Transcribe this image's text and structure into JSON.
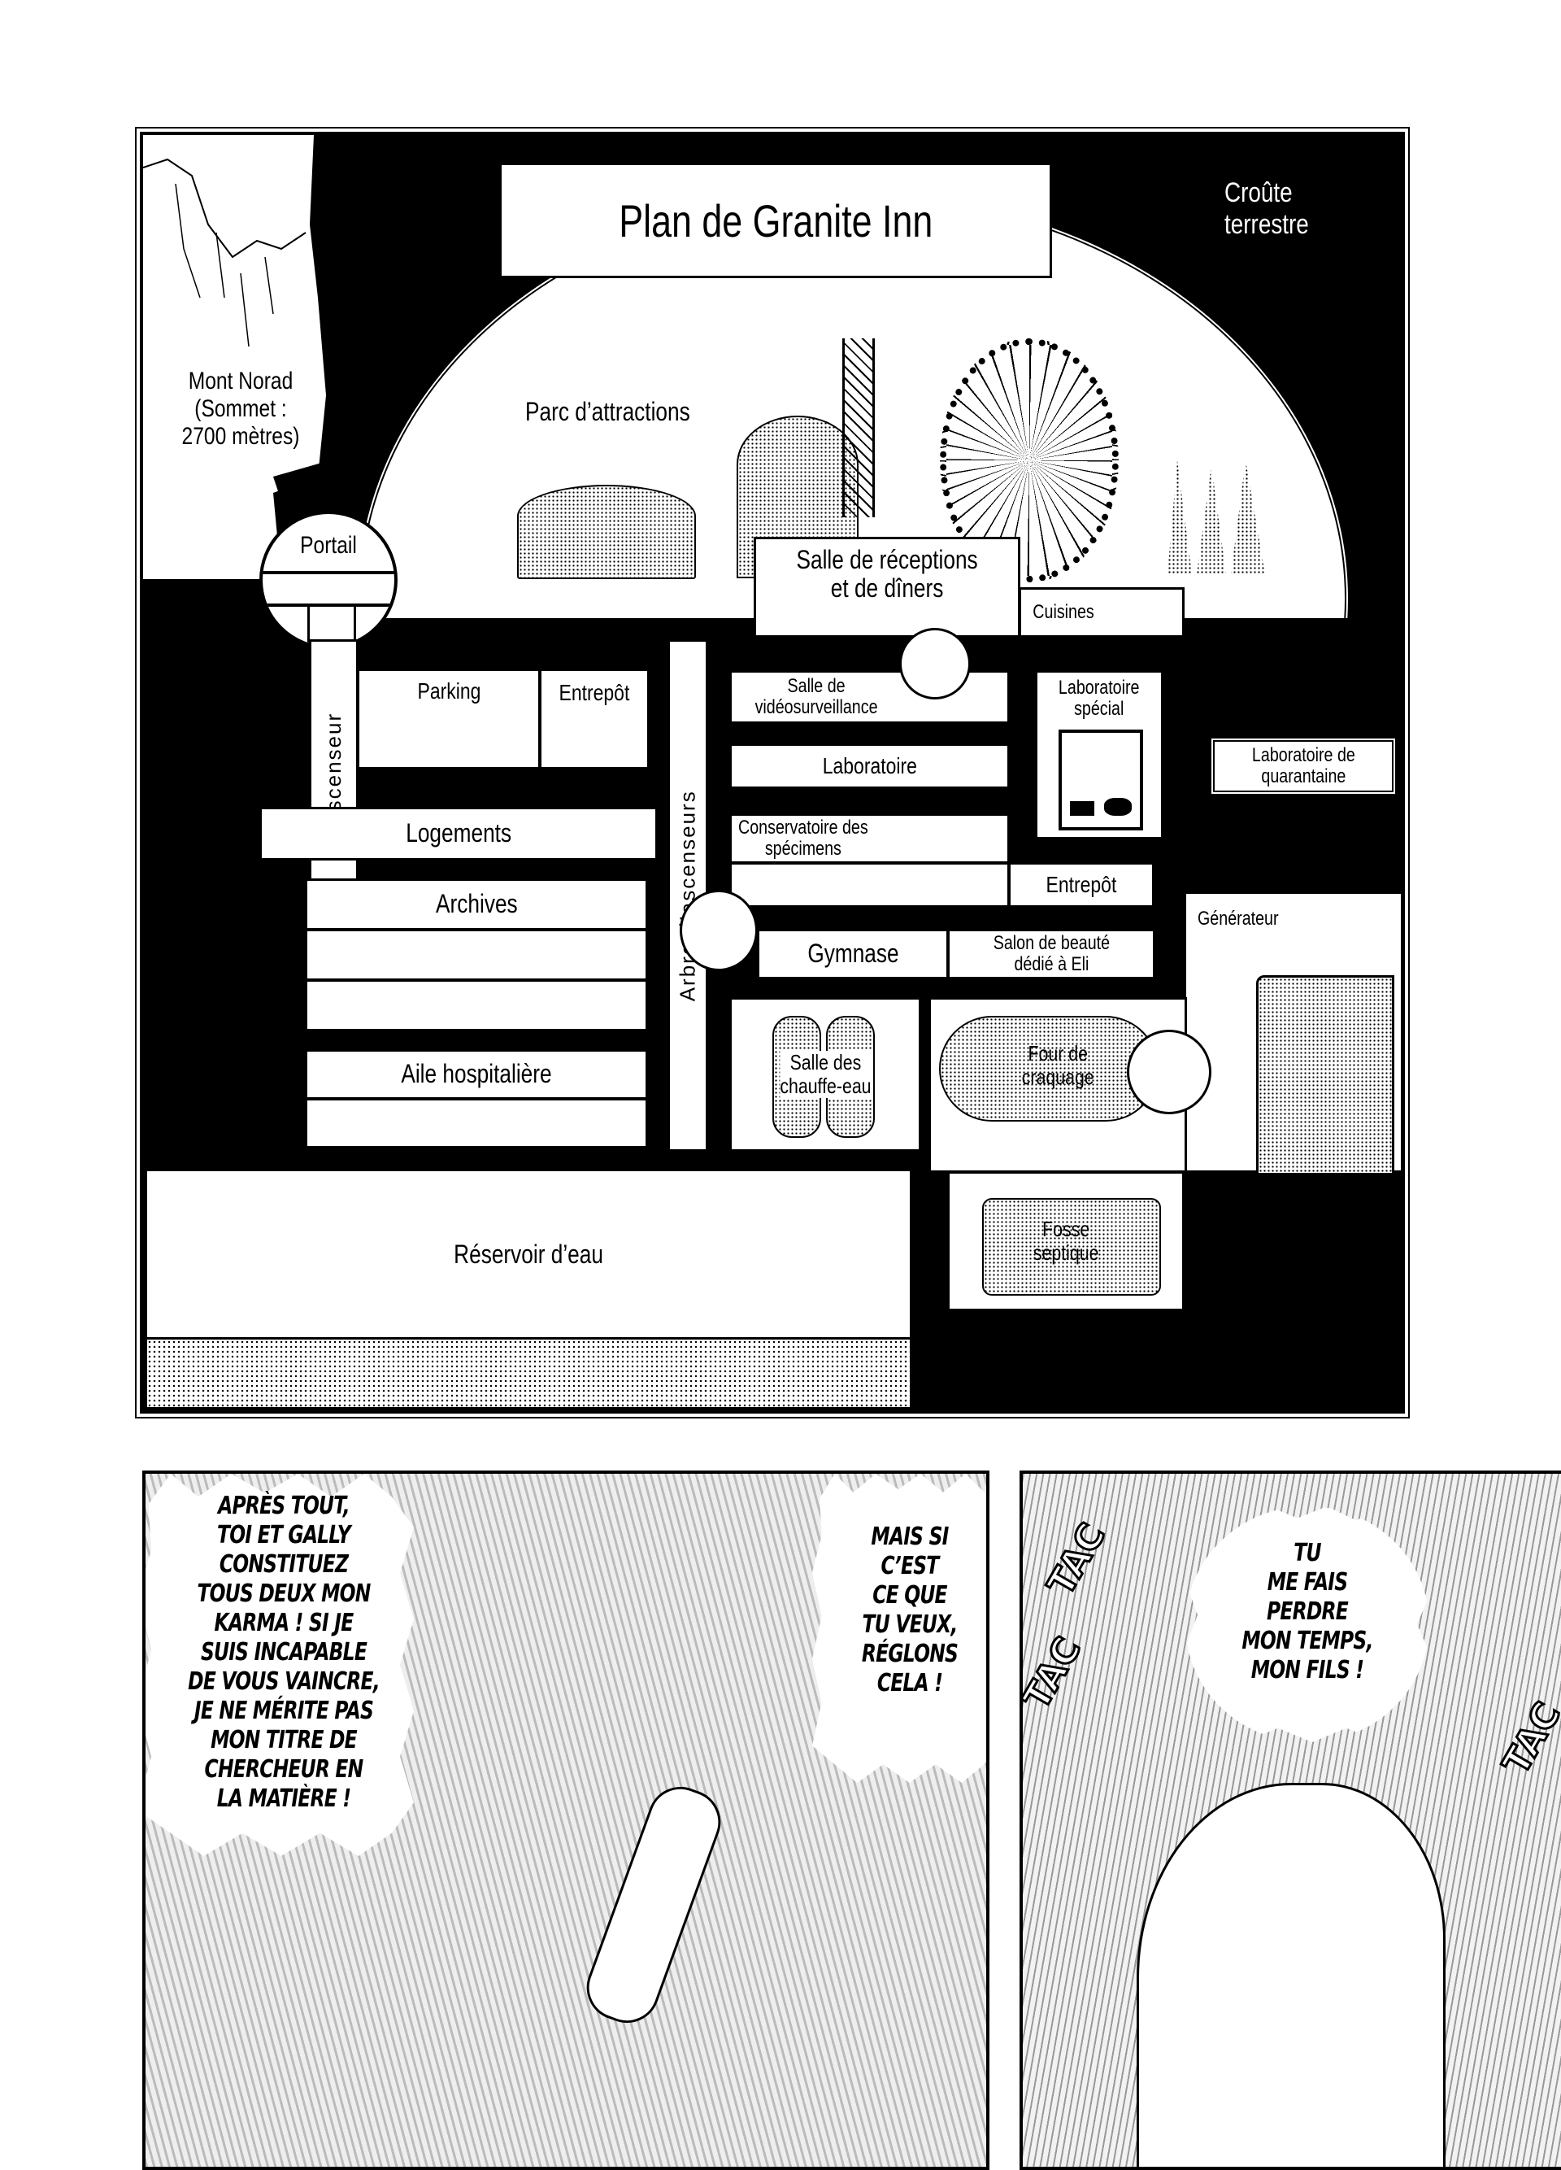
{
  "map": {
    "title": "Plan de Granite Inn",
    "crust": "Croûte terrestre",
    "mountain": [
      "Mont Norad",
      "(Sommet :",
      "2700 mètres)"
    ],
    "park": "Parc d’attractions",
    "portal": "Portail",
    "elevator": "Ascenseur",
    "elevator_shaft": "Arbre d’ascenseurs",
    "rooms": {
      "reception": [
        "Salle de réceptions",
        "et de dîners"
      ],
      "kitchens": "Cuisines",
      "parking": "Parking",
      "storage1": "Entrepôt",
      "surveillance": [
        "Salle de",
        "vidéosurveillance"
      ],
      "lab": "Laboratoire",
      "special_lab": [
        "Laboratoire",
        "spécial"
      ],
      "quarantine_lab": [
        "Laboratoire de",
        "quarantaine"
      ],
      "housing": "Logements",
      "specimens": [
        "Conservatoire des",
        "spécimens"
      ],
      "storage2": "Entrepôt",
      "archives": "Archives",
      "gym": "Gymnase",
      "beauty": [
        "Salon de beauté",
        "dédié à Eli"
      ],
      "generator": "Générateur",
      "hospital": "Aile hospitalière",
      "water_heaters": [
        "Salle des",
        "chauffe-eau"
      ],
      "cracking": [
        "Four de",
        "craquage"
      ],
      "septic": [
        "Fosse",
        "septique"
      ],
      "water_tank": "Réservoir d’eau"
    }
  },
  "panels": {
    "left_bubble1": [
      "APRÈS TOUT,",
      "TOI ET GALLY",
      "CONSTITUEZ",
      "TOUS DEUX MON",
      "KARMA ! SI JE",
      "SUIS INCAPABLE",
      "DE VOUS VAINCRE,",
      "JE NE MÉRITE PAS",
      "MON TITRE DE",
      "CHERCHEUR EN",
      "LA MATIÈRE !"
    ],
    "left_bubble2": [
      "MAIS SI",
      "C’EST",
      "CE QUE",
      "TU VEUX,",
      "RÉGLONS",
      "CELA !"
    ],
    "right_bubble": [
      "TU",
      "ME FAIS",
      "PERDRE",
      "MON TEMPS,",
      "MON FILS !"
    ],
    "sfx": "TAC"
  }
}
